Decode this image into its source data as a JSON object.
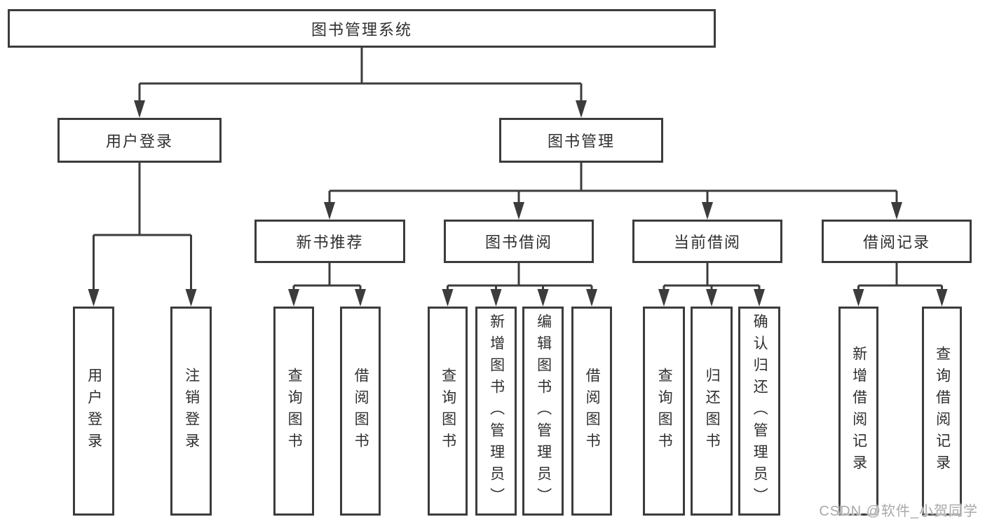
{
  "page": {
    "watermark": "CSDN @软件_小贺同学",
    "line_color": "#3c3c3c",
    "box_background": "#ffffff"
  },
  "tree": {
    "root": {
      "label": "图书管理系统"
    },
    "branches": [
      {
        "label": "用户登录",
        "children": [
          {
            "label": "用户登录"
          },
          {
            "label": "注销登录"
          }
        ]
      },
      {
        "label": "图书管理",
        "children": [
          {
            "label": "新书推荐",
            "children": [
              {
                "label": "查询图书"
              },
              {
                "label": "借阅图书"
              }
            ]
          },
          {
            "label": "图书借阅",
            "children": [
              {
                "label": "查询图书"
              },
              {
                "label": "新增图书（管理员）"
              },
              {
                "label": "编辑图书（管理员）"
              },
              {
                "label": "借阅图书"
              }
            ]
          },
          {
            "label": "当前借阅",
            "children": [
              {
                "label": "查询图书"
              },
              {
                "label": "归还图书"
              },
              {
                "label": "确认归还（管理员）"
              }
            ]
          },
          {
            "label": "借阅记录",
            "children": [
              {
                "label": "新增借阅记录"
              },
              {
                "label": "查询借阅记录"
              }
            ]
          }
        ]
      }
    ]
  }
}
